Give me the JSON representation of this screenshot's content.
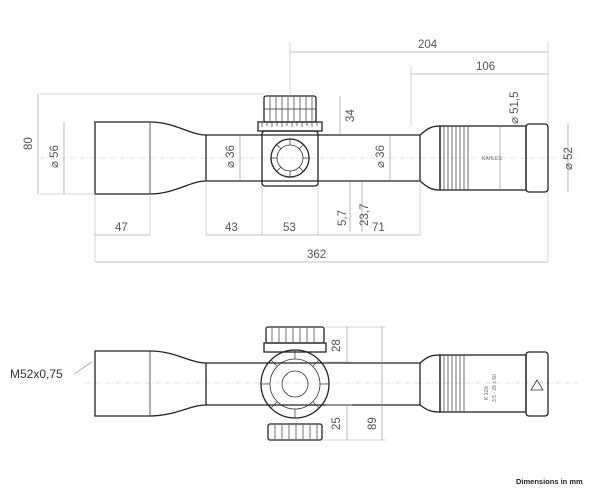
{
  "top_view": {
    "dimensions": {
      "overall_length": "362",
      "front_to_turret": "204",
      "rear_section": "106",
      "objective_bell": "47",
      "tube_front": "43",
      "turret_section": "53",
      "tube_rear": "71",
      "height_overall": "80",
      "objective_dia": "⌀ 56",
      "tube_front_dia": "⌀ 36",
      "tube_rear_dia": "⌀ 36",
      "turret_height": "34",
      "mount_offset_a": "5,7",
      "mount_offset_b": "23,7",
      "ocular_ring_dia": "⌀ 51,5",
      "ocular_dia": "⌀ 52"
    },
    "brand_label": "KAHLES"
  },
  "bottom_view": {
    "thread_label": "M52x0,75",
    "dimensions": {
      "turret_top": "28",
      "turret_bottom": "25",
      "overall_height": "89"
    },
    "ocular_marks": [
      "K 328i",
      "3.5 - 28 x 50"
    ]
  },
  "footer": {
    "note": "Dimensions in mm"
  }
}
